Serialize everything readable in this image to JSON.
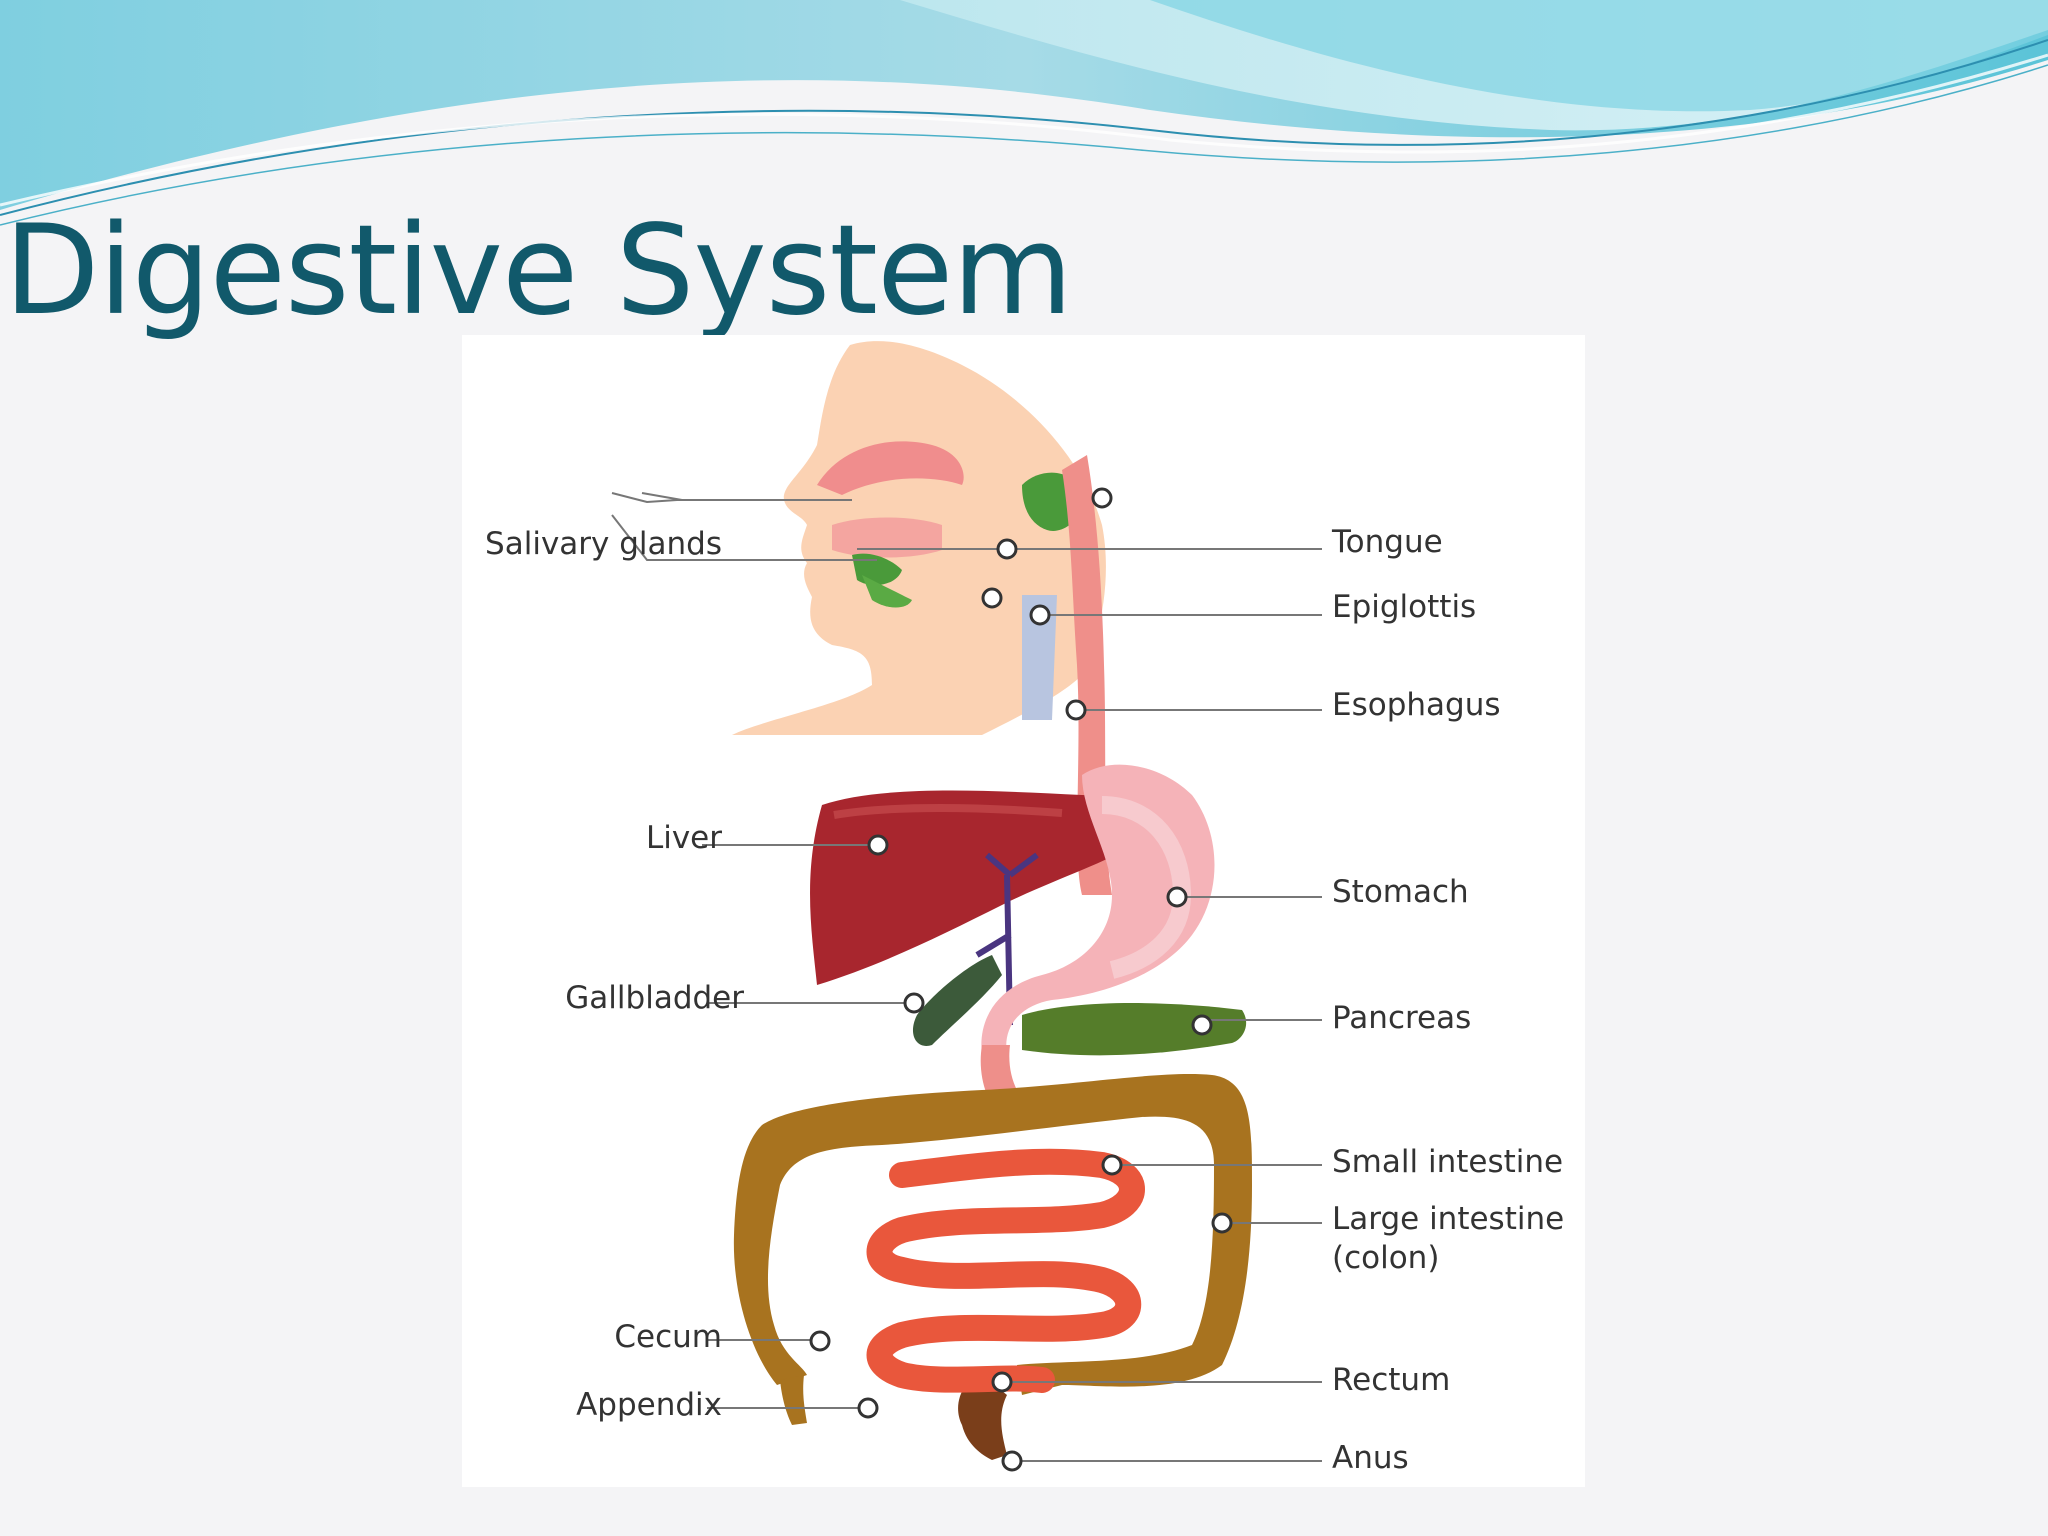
{
  "slide": {
    "title": "Digestive System"
  },
  "diagram": {
    "labels": {
      "salivary_glands": "Salivary glands",
      "liver": "Liver",
      "gallbladder": "Gallbladder",
      "cecum": "Cecum",
      "appendix": "Appendix",
      "tongue": "Tongue",
      "epiglottis": "Epiglottis",
      "esophagus": "Esophagus",
      "stomach": "Stomach",
      "pancreas": "Pancreas",
      "small_intestine": "Small intestine",
      "large_intestine_line1": "Large intestine",
      "large_intestine_line2": "(colon)",
      "rectum": "Rectum",
      "anus": "Anus"
    }
  },
  "colors": {
    "title": "#11596b",
    "wave_dark": "#5bbfd3",
    "wave_light": "#a8e2ec",
    "skin": "#f9c9a4",
    "esophagus": "#ee8f8b",
    "stomach": "#f5b3b8",
    "liver": "#a8262e",
    "gallbladder": "#3c5a3a",
    "pancreas": "#557d2a",
    "small_intestine": "#e9573c",
    "large_intestine": "#a8731f",
    "salivary": "#4a9a3a"
  }
}
